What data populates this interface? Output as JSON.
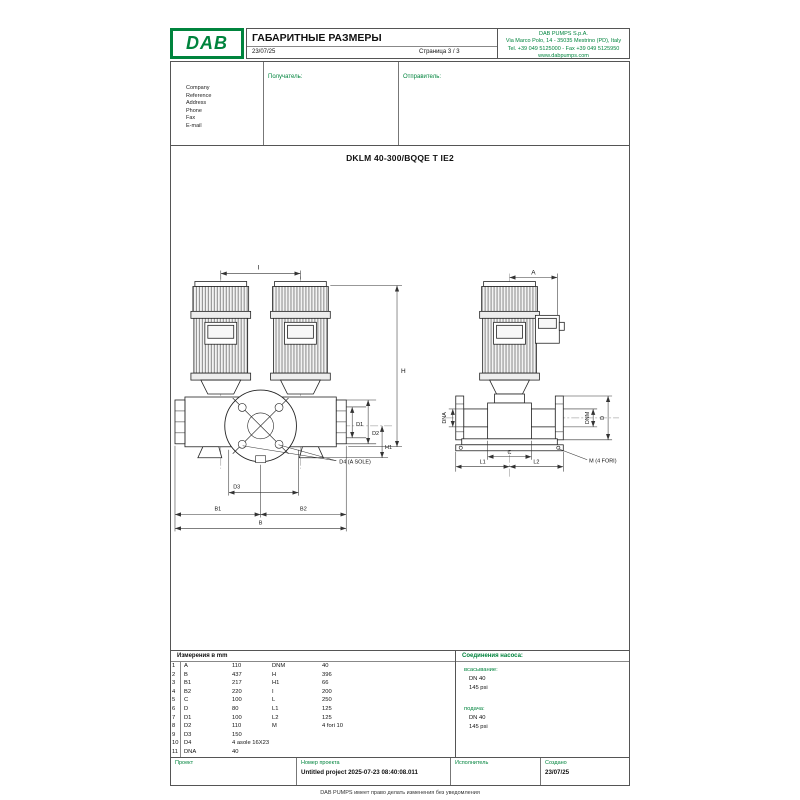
{
  "colors": {
    "accent_green": "#00843D"
  },
  "header": {
    "logo_text": "DAB",
    "title": "ГАБАРИТНЫЕ РАЗМЕРЫ",
    "date": "23/07/25",
    "page": "Страница 3 / 3",
    "company": {
      "name": "DAB PUMPS S.p.A.",
      "address": "Via Marco Polo, 14 - 35035 Mestrino (PD), Italy",
      "phone": "Tel. +39 049 5125000 - Fax +39 049 5125950",
      "website": "www.dabpumps.com"
    }
  },
  "parties": {
    "recipient_label": "Получатель:",
    "sender_label": "Отправитель:",
    "contact_fields": [
      "Company",
      "Reference",
      "Address",
      "Phone",
      "Fax",
      "E-mail"
    ]
  },
  "drawing": {
    "model": "DKLM 40-300/BQQE T IE2",
    "dims": {
      "i": "I",
      "h": "H",
      "d1": "D1",
      "d2": "D2",
      "h1": "H1",
      "d4": "D4  (A SOLE)",
      "d3": "D3",
      "b1": "B1",
      "b2": "B2",
      "b": "B",
      "a": "A",
      "dna": "DNA",
      "dnm": "DNM",
      "d": "D",
      "c": "C",
      "l1": "L1",
      "l2": "L2",
      "m": "M  (4 FORI)"
    }
  },
  "table": {
    "title": "Измерения в  mm",
    "rows": [
      {
        "n": "1",
        "c1": "A",
        "v1": "110",
        "c2": "DNM",
        "v2": "40"
      },
      {
        "n": "2",
        "c1": "B",
        "v1": "437",
        "c2": "H",
        "v2": "396"
      },
      {
        "n": "3",
        "c1": "B1",
        "v1": "217",
        "c2": "H1",
        "v2": "66"
      },
      {
        "n": "4",
        "c1": "B2",
        "v1": "220",
        "c2": "I",
        "v2": "200"
      },
      {
        "n": "5",
        "c1": "C",
        "v1": "100",
        "c2": "L",
        "v2": "250"
      },
      {
        "n": "6",
        "c1": "D",
        "v1": "80",
        "c2": "L1",
        "v2": "125"
      },
      {
        "n": "7",
        "c1": "D1",
        "v1": "100",
        "c2": "L2",
        "v2": "125"
      },
      {
        "n": "8",
        "c1": "D2",
        "v1": "110",
        "c2": "M",
        "v2": "4 fori 10"
      },
      {
        "n": "9",
        "c1": "D3",
        "v1": "150",
        "c2": "",
        "v2": ""
      },
      {
        "n": "10",
        "c1": "D4",
        "v1": "4 asole 16X23",
        "c2": "",
        "v2": ""
      },
      {
        "n": "11",
        "c1": "DNA",
        "v1": "40",
        "c2": "",
        "v2": ""
      }
    ]
  },
  "connections": {
    "title": "Соединения насоса:",
    "suction": {
      "label": "всасывание:",
      "dn": "DN 40",
      "pressure": "145 psi"
    },
    "delivery": {
      "label": "подача:",
      "dn": "DN 40",
      "pressure": "145 psi"
    }
  },
  "project": {
    "project_label": "Проект",
    "number_label": "Номер проекта",
    "number_value": "Untitled project 2025-07-23 08:40:08.011",
    "executor_label": "Исполнитель",
    "created_label": "Создано",
    "created_value": "23/07/25"
  },
  "disclaimer": "DAB PUMPS имеет право делать изменения без уведомления"
}
